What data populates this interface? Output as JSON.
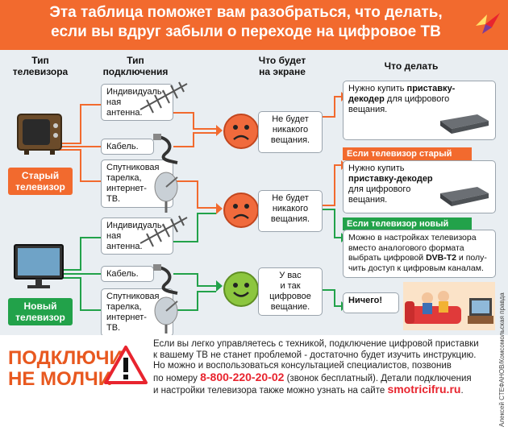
{
  "title": {
    "line1": "Эта таблица поможет вам разобраться, что делать,",
    "line2": "если вы вдруг забыли о переходе на цифровое ТВ"
  },
  "columns": {
    "tv_type": "Тип\nтелевизора",
    "conn_type": "Тип\nподключения",
    "screen": "Что будет\nна экране",
    "todo": "Что делать"
  },
  "tvs": {
    "old": "Старый\nтелевизор",
    "new": "Новый\nтелевизор"
  },
  "connections": {
    "antenna": "Индивидуаль-\nная\nантенна.",
    "cable": "Кабель.",
    "sat": "Спутниковая\nтарелка,\nинтернет-\nТВ."
  },
  "screens": {
    "none1": "Не будет\nникакого\nвещания.",
    "none2": "Не будет\nникакого\nвещания.",
    "digital": "У вас\nи так\nцифровое\nвещание."
  },
  "actions": {
    "a1_pre": "Нужно купить ",
    "a1_bold": "приставку-\nдекодер",
    "a1_post": " для цифрового\nвещания.",
    "cond_old": "Если телевизор старый",
    "a2_pre": "Нужно купить\n",
    "a2_bold": "приставку-декодер",
    "a2_post": "\nдля цифрового\nвещания.",
    "cond_new": "Если телевизор новый",
    "a3_pre": "Можно в настройках телевизора\nвместо аналогового формата\nвыбрать цифровой ",
    "a3_bold": "DVB-T2",
    "a3_post": " и полу-\nчить доступ к цифровым каналам.",
    "a4": "Ничего!"
  },
  "footer": {
    "call": "ПОДКЛЮЧИ,\nНЕ МОЛЧИ",
    "info1": "Если вы легко управляетесь с техникой, подключение цифровой приставки\nк вашему ТВ не станет проблемой - достаточно будет изучить инструкцию.\nНо можно и воспользоваться консультацией специалистов, позвонив\nпо номеру ",
    "phone": "8-800-220-20-02",
    "info2": " (звонок бесплатный). Детали подключения\nи настройки телевизора также можно узнать на сайте ",
    "site": "smotricifru.ru",
    "info3": ".",
    "credit": "Алексей СТЕФАНОВ/Комсомольская правда"
  },
  "colors": {
    "orange": "#f26a2e",
    "green": "#22a24a",
    "red_face": "#f06a3c",
    "green_face": "#8cc63f"
  }
}
